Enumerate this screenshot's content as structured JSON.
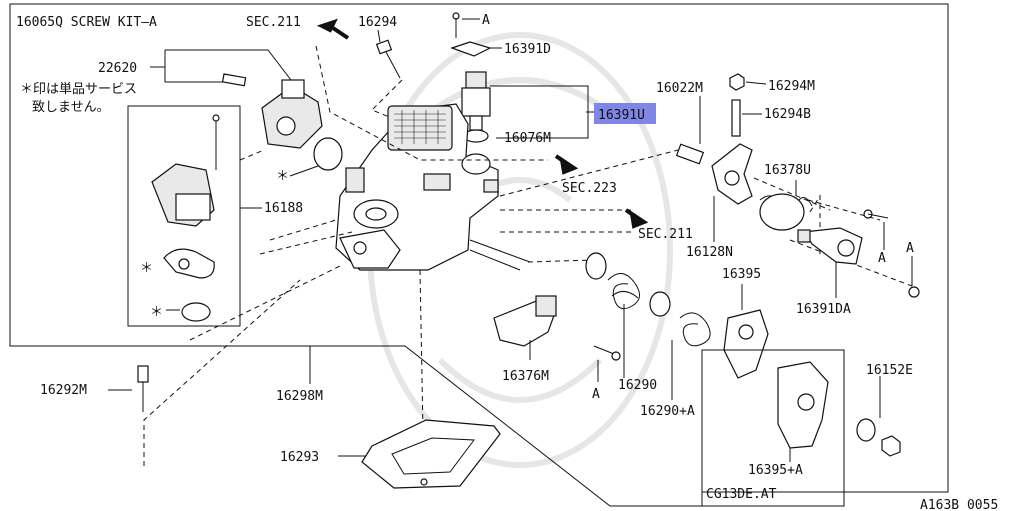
{
  "diagram": {
    "title": "16065Q SCREW KIT—A",
    "title_ref": "SEC.211",
    "note": [
      "＊印は単品サービス",
      "致しません。"
    ],
    "sec_refs": [
      "SEC.223",
      "SEC.211"
    ],
    "highlight_color": "#7f86e6",
    "parts": {
      "p22620": "22620",
      "p16294": "16294",
      "pA_top": "A",
      "p16391D": "16391D",
      "p16391U": "16391U",
      "p16076M": "16076M",
      "p16022M": "16022M",
      "p16294M": "16294M",
      "p16294B": "16294B",
      "p16378U": "16378U",
      "p16188": "16188",
      "p16128N": "16128N",
      "pA_mid": "A",
      "pA_right": "A",
      "p16391DA": "16391DA",
      "p16395": "16395",
      "p16376M": "16376M",
      "pA_low": "A",
      "p16290": "16290",
      "p16290A": "16290+A",
      "p16292M": "16292M",
      "p16298M": "16298M",
      "p16152E": "16152E",
      "p16293": "16293",
      "p16395A": "16395+A",
      "variant": "CG13DE.AT"
    },
    "asterisks": [
      "＊",
      "＊",
      "＊",
      "＊"
    ],
    "figure_code": "A163B 0055"
  }
}
